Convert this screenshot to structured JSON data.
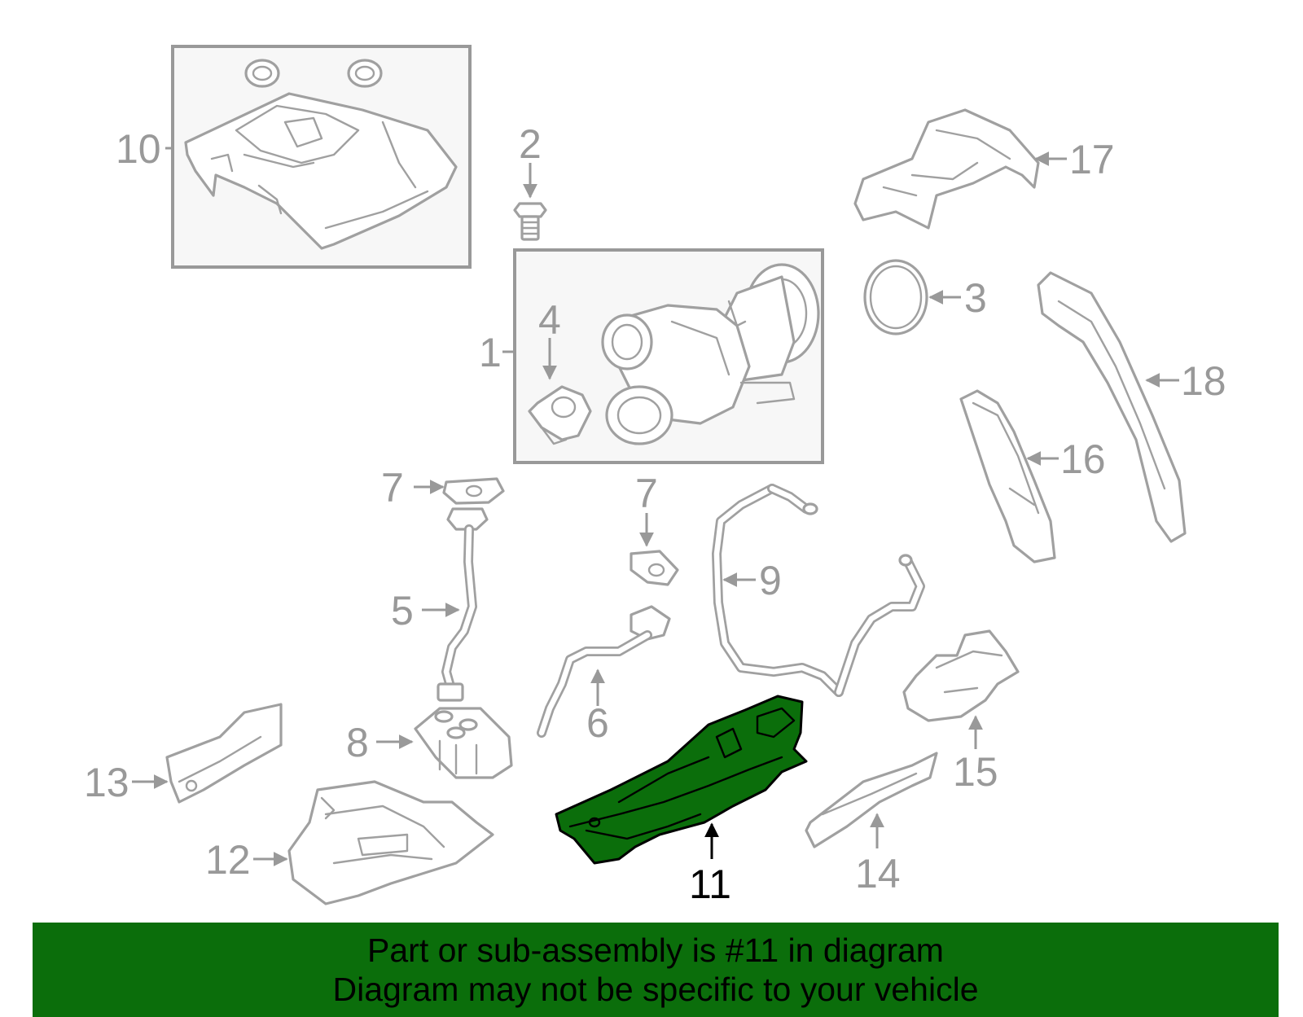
{
  "diagram": {
    "highlight_color": "#0b6e0b",
    "callouts": [
      {
        "id": "1",
        "label": "1"
      },
      {
        "id": "2",
        "label": "2"
      },
      {
        "id": "3",
        "label": "3"
      },
      {
        "id": "4",
        "label": "4"
      },
      {
        "id": "5",
        "label": "5"
      },
      {
        "id": "6",
        "label": "6"
      },
      {
        "id": "7a",
        "label": "7"
      },
      {
        "id": "7b",
        "label": "7"
      },
      {
        "id": "8",
        "label": "8"
      },
      {
        "id": "9",
        "label": "9"
      },
      {
        "id": "10",
        "label": "10"
      },
      {
        "id": "11",
        "label": "11"
      },
      {
        "id": "12",
        "label": "12"
      },
      {
        "id": "13",
        "label": "13"
      },
      {
        "id": "14",
        "label": "14"
      },
      {
        "id": "15",
        "label": "15"
      },
      {
        "id": "16",
        "label": "16"
      },
      {
        "id": "17",
        "label": "17"
      },
      {
        "id": "18",
        "label": "18"
      }
    ]
  },
  "banner": {
    "line1": "Part or sub-assembly is #11 in diagram",
    "line2": "Diagram may not be specific to your vehicle"
  }
}
